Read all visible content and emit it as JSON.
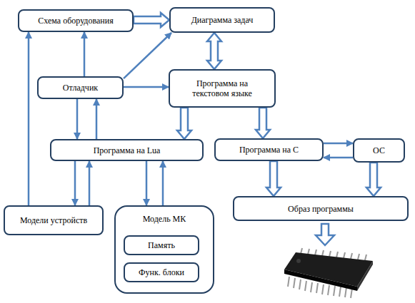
{
  "diagram": {
    "nodes": [
      {
        "text": [
          "Схема оборудования"
        ]
      },
      {
        "text": [
          "Диаграмма задач"
        ]
      },
      {
        "text": [
          "Отладчик"
        ]
      },
      {
        "text": [
          "Программа на текстовом языке"
        ]
      },
      {
        "text": [
          "Программа на Lua"
        ]
      },
      {
        "text": [
          "Программа на С"
        ]
      },
      {
        "text": [
          "ОС"
        ]
      },
      {
        "text": [
          "Модели устройств"
        ]
      },
      {
        "text": [
          "Модель МК"
        ]
      },
      {
        "text": [
          "Память"
        ],
        "in": 8
      },
      {
        "text": [
          "Функ. блоки"
        ],
        "in": 8
      },
      {
        "text": [
          "Образ программы"
        ]
      }
    ],
    "edges": [
      {
        "from": 0,
        "to": 1,
        "arrow": "to"
      },
      {
        "from": 1,
        "to": 3,
        "arrow": "both"
      },
      {
        "from": 2,
        "to": 0,
        "arrow": "to"
      },
      {
        "from": 2,
        "to": 1,
        "arrow": "to"
      },
      {
        "from": 2,
        "to": 3,
        "arrow": "to"
      },
      {
        "from": 2,
        "to": 4,
        "arrow": "to"
      },
      {
        "from": 4,
        "to": 2,
        "arrow": "to"
      },
      {
        "from": 3,
        "to": 4,
        "arrow": "to"
      },
      {
        "from": 3,
        "to": 5,
        "arrow": "to"
      },
      {
        "from": 5,
        "to": 6,
        "arrow": "to"
      },
      {
        "from": 6,
        "to": 5,
        "arrow": "to"
      },
      {
        "from": 5,
        "to": 11,
        "arrow": "to"
      },
      {
        "from": 6,
        "to": 11,
        "arrow": "to"
      },
      {
        "from": 7,
        "to": 0,
        "arrow": "to"
      },
      {
        "from": 4,
        "to": 7,
        "arrow": "to"
      },
      {
        "from": 7,
        "to": 4,
        "arrow": "to"
      },
      {
        "from": 4,
        "to": 8,
        "arrow": "to"
      },
      {
        "from": 8,
        "to": 4,
        "arrow": "to"
      }
    ]
  }
}
